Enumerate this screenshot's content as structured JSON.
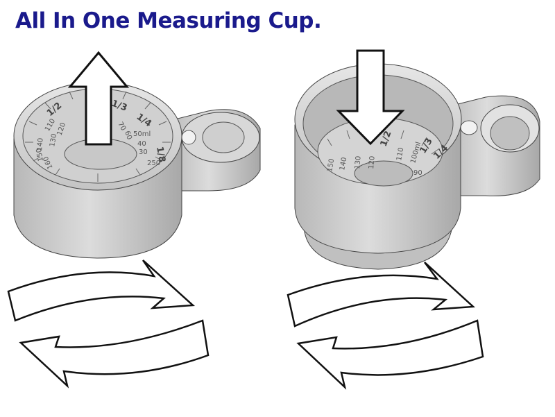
{
  "title": "All In One Measuring Cup.",
  "colors": {
    "title": "#1a1a8c",
    "cup_body": "#cfcfcf",
    "cup_shadow": "#9a9a9a",
    "outline": "#333333"
  },
  "left_cup": {
    "dial_marks": [
      "1/2",
      "1/3",
      "1/4",
      "110",
      "120",
      "130",
      "140",
      "150",
      "160",
      "70",
      "60",
      "50ml",
      "40",
      "30",
      "1/8",
      "250"
    ],
    "arrow": "up-arrow"
  },
  "right_cup": {
    "dial_marks": [
      "150",
      "140",
      "130",
      "120",
      "110",
      "100ml",
      "90",
      "1/2",
      "1/3",
      "1/4"
    ],
    "arrow": "down-arrow"
  },
  "rotate_icons": [
    "rotate-arrows-left",
    "rotate-arrows-right"
  ]
}
